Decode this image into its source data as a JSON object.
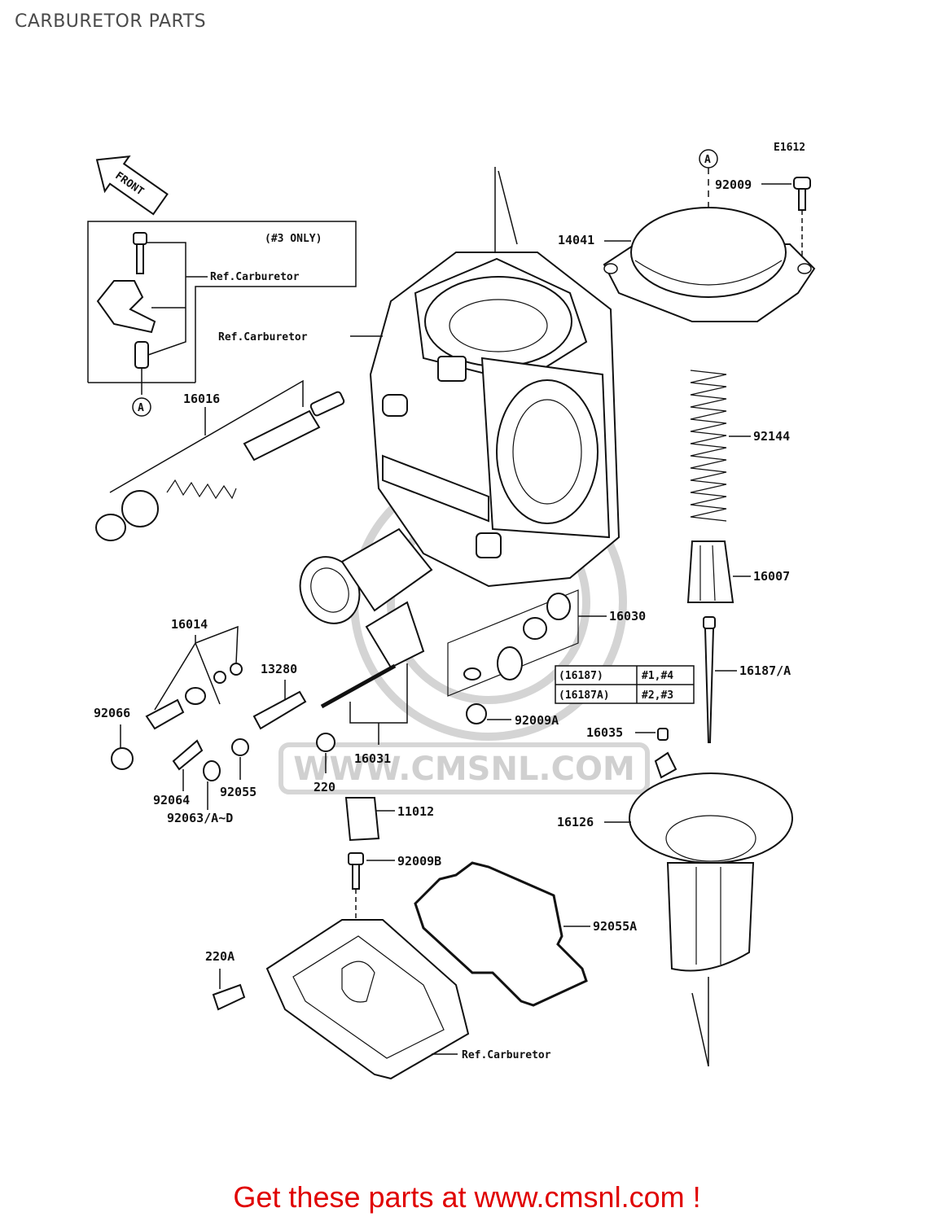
{
  "title": "CARBURETOR PARTS",
  "footer": "Get these parts at www.cmsnl.com !",
  "diagram_code": "E1612",
  "watermark": "WWW.CMSNL.COM",
  "front_label": "FRONT",
  "ref_a": "A",
  "note_3_only": "(#3 ONLY)",
  "ref_carburetor": "Ref.Carburetor",
  "parts": {
    "p92009": "92009",
    "p14041": "14041",
    "p92144": "92144",
    "p16007": "16007",
    "p16187a": "16187/A",
    "p16035": "16035",
    "p16126": "16126",
    "p92055a": "92055A",
    "p16016": "16016",
    "p16030": "16030",
    "p92009a": "92009A",
    "p16014": "16014",
    "p13280": "13280",
    "p92066": "92066",
    "p16031": "16031",
    "p220": "220",
    "p92064": "92064",
    "p92055": "92055",
    "p92063": "92063/A~D",
    "p11012": "11012",
    "p92009b": "92009B",
    "p220a": "220A"
  },
  "jet_table": [
    {
      "part": "(16187)",
      "cyl": "#1,#4"
    },
    {
      "part": "(16187A)",
      "cyl": "#2,#3"
    }
  ],
  "colors": {
    "footer": "#e00000",
    "lines": "#111111",
    "watermark": "#d0d0d0"
  }
}
